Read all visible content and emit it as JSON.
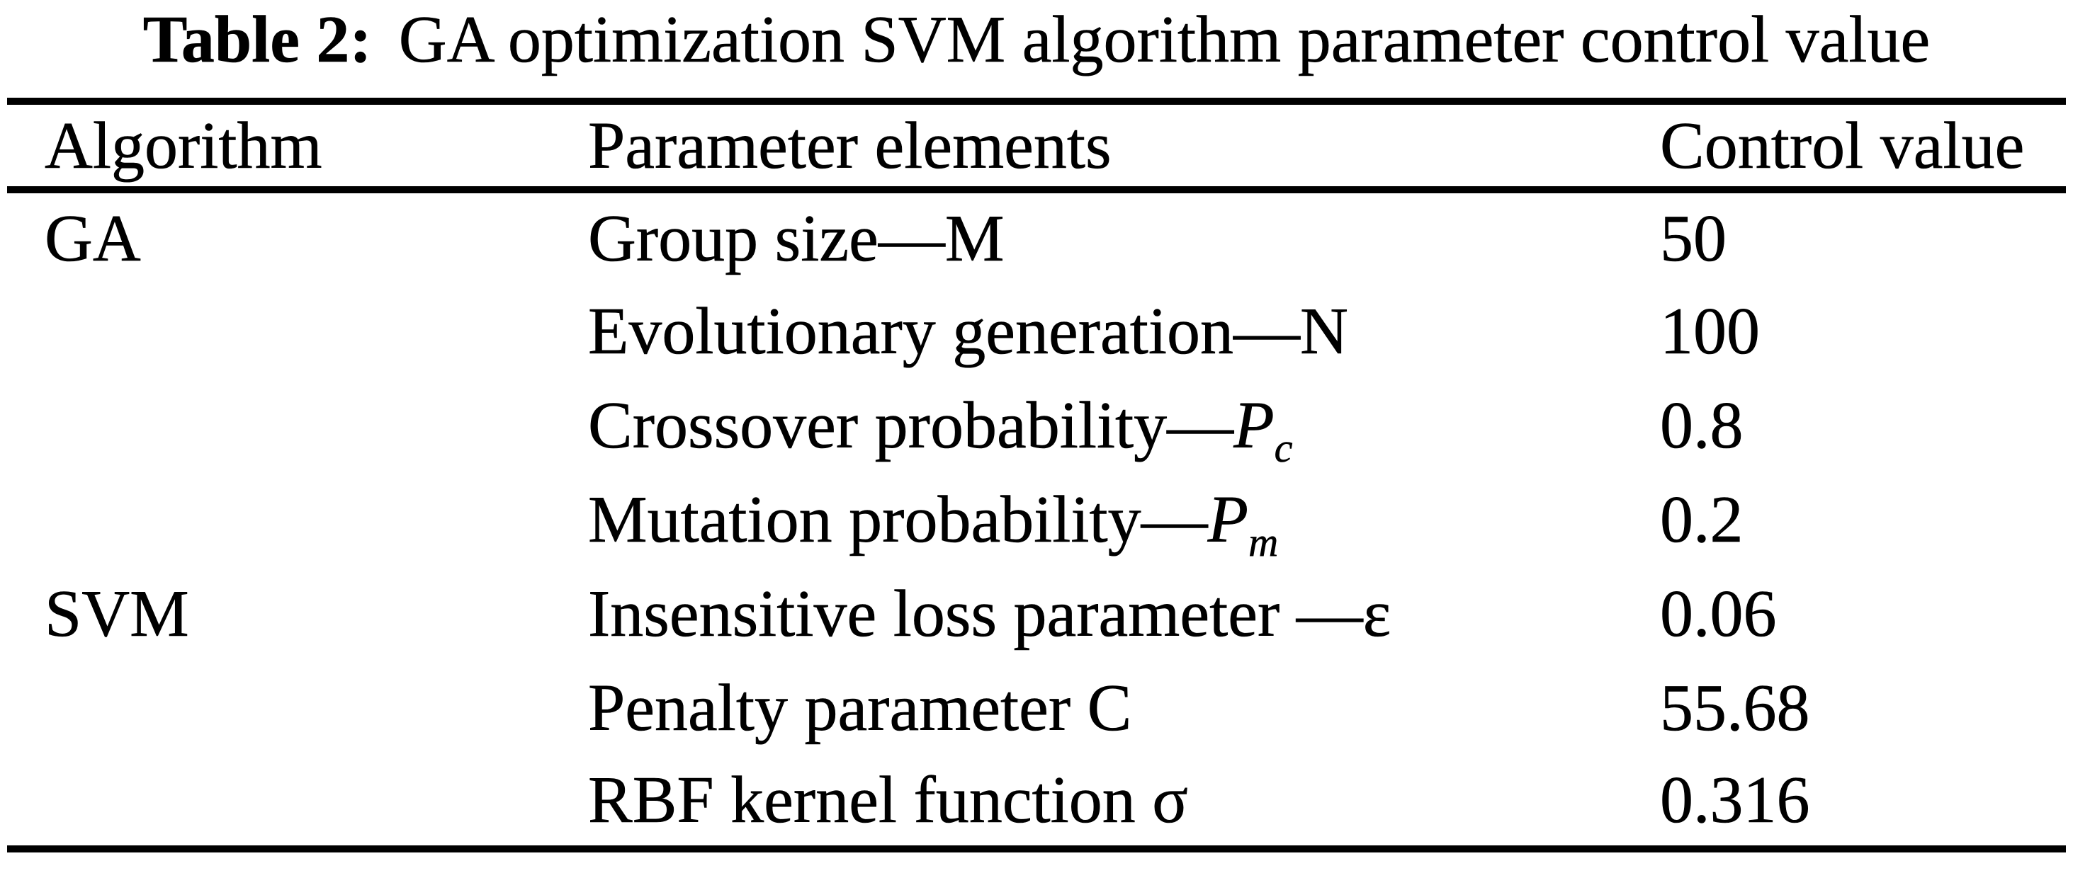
{
  "caption": {
    "label": "Table 2:",
    "text": "GA optimization SVM algorithm parameter control value"
  },
  "columns": [
    "Algorithm",
    "Parameter elements",
    "Control value"
  ],
  "rows": [
    {
      "algorithm": "GA",
      "param_text": "Group size—M",
      "param_symbol": "",
      "param_sub": "",
      "value": "50"
    },
    {
      "algorithm": "",
      "param_text": "Evolutionary generation—N",
      "param_symbol": "",
      "param_sub": "",
      "value": "100"
    },
    {
      "algorithm": "",
      "param_text": "Crossover probability—",
      "param_symbol": "P",
      "param_sub": "c",
      "value": "0.8"
    },
    {
      "algorithm": "",
      "param_text": "Mutation probability—",
      "param_symbol": "P",
      "param_sub": "m",
      "value": "0.2"
    },
    {
      "algorithm": "SVM",
      "param_text": "Insensitive loss parameter —ε",
      "param_symbol": "",
      "param_sub": "",
      "value": "0.06"
    },
    {
      "algorithm": "",
      "param_text": "Penalty parameter C",
      "param_symbol": "",
      "param_sub": "",
      "value": "55.68"
    },
    {
      "algorithm": "",
      "param_text": "RBF kernel function σ",
      "param_symbol": "",
      "param_sub": "",
      "value": "0.316"
    }
  ],
  "colors": {
    "text": "#000000",
    "background": "#ffffff",
    "rule": "#000000"
  }
}
